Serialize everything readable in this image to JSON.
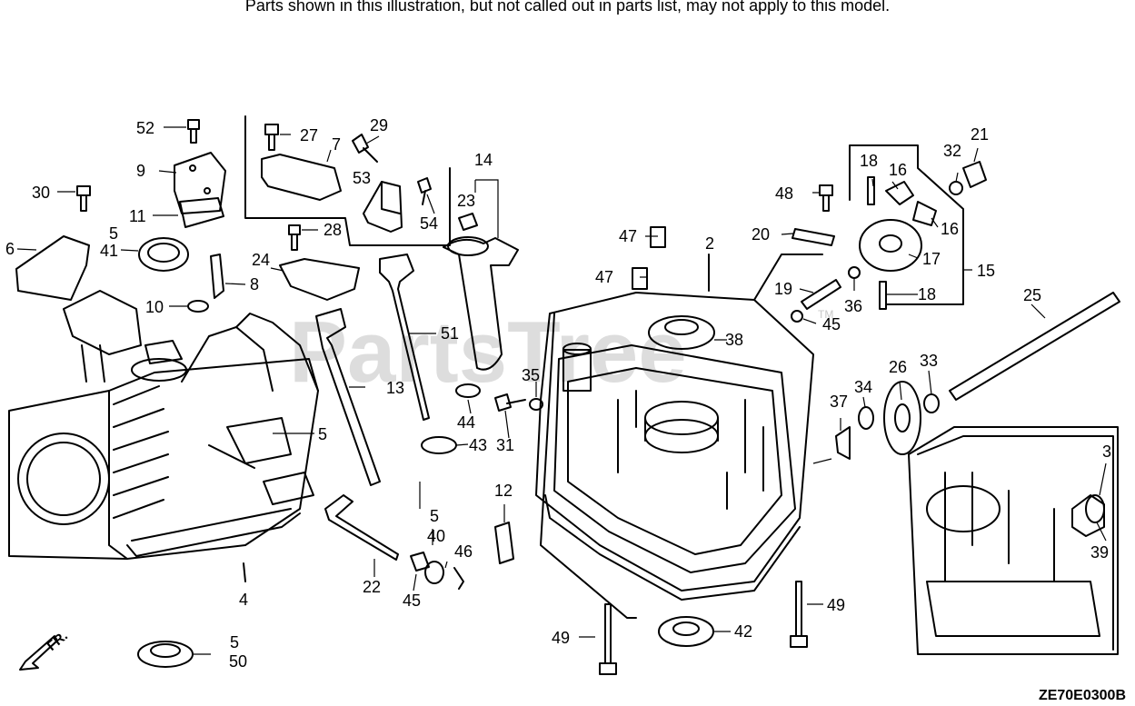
{
  "header": {
    "note": "Parts shown in this illustration, but not called out in parts list, may not apply to this model."
  },
  "footer": {
    "code": "ZE70E0300B"
  },
  "watermark": {
    "text": "PartsTree",
    "tm": "TM"
  },
  "front_marker": {
    "text": "FR."
  },
  "callouts": {
    "c52": "52",
    "c27": "27",
    "c29": "29",
    "c7": "7",
    "c9": "9",
    "c30": "30",
    "c11": "11",
    "c53": "53",
    "c54": "54",
    "c28": "28",
    "c14": "14",
    "c23": "23",
    "c6": "6",
    "c5a": "5",
    "c41": "41",
    "c24": "24",
    "c8": "8",
    "c10": "10",
    "c51": "51",
    "c13": "13",
    "c5b": "5",
    "c44": "44",
    "c43": "43",
    "c35": "35",
    "c31": "31",
    "c12": "12",
    "c5c": "5",
    "c40": "40",
    "c46": "46",
    "c22": "22",
    "c45a": "45",
    "c4": "4",
    "c5d": "5",
    "c50": "50",
    "c47a": "47",
    "c47b": "47",
    "c2": "2",
    "c38": "38",
    "c48": "48",
    "c20": "20",
    "c18a": "18",
    "c16a": "16",
    "c16b": "16",
    "c17": "17",
    "c15": "15",
    "c18b": "18",
    "c32": "32",
    "c21": "21",
    "c19": "19",
    "c36": "36",
    "c45b": "45",
    "c25": "25",
    "c26": "26",
    "c33": "33",
    "c34": "34",
    "c37": "37",
    "c3": "3",
    "c39": "39",
    "c49a": "49",
    "c49b": "49",
    "c42": "42"
  }
}
